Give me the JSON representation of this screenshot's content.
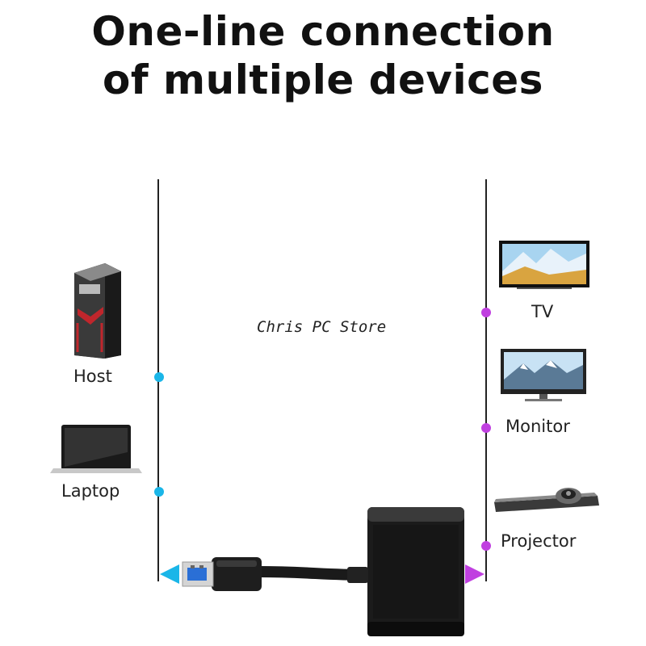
{
  "title": {
    "line1": "One-line connection",
    "line2": "of multiple devices"
  },
  "watermark": "Chris PC Store",
  "inputs": [
    {
      "label": "Host",
      "icon": "desktop-tower-icon"
    },
    {
      "label": "Laptop",
      "icon": "laptop-icon"
    }
  ],
  "outputs": [
    {
      "label": "TV",
      "icon": "tv-icon"
    },
    {
      "label": "Monitor",
      "icon": "monitor-icon"
    },
    {
      "label": "Projector",
      "icon": "projector-icon"
    }
  ],
  "colors": {
    "input_accent": "#1ab6e8",
    "output_accent": "#c040e0",
    "line": "#222222",
    "tower_accent": "#c0262c"
  }
}
